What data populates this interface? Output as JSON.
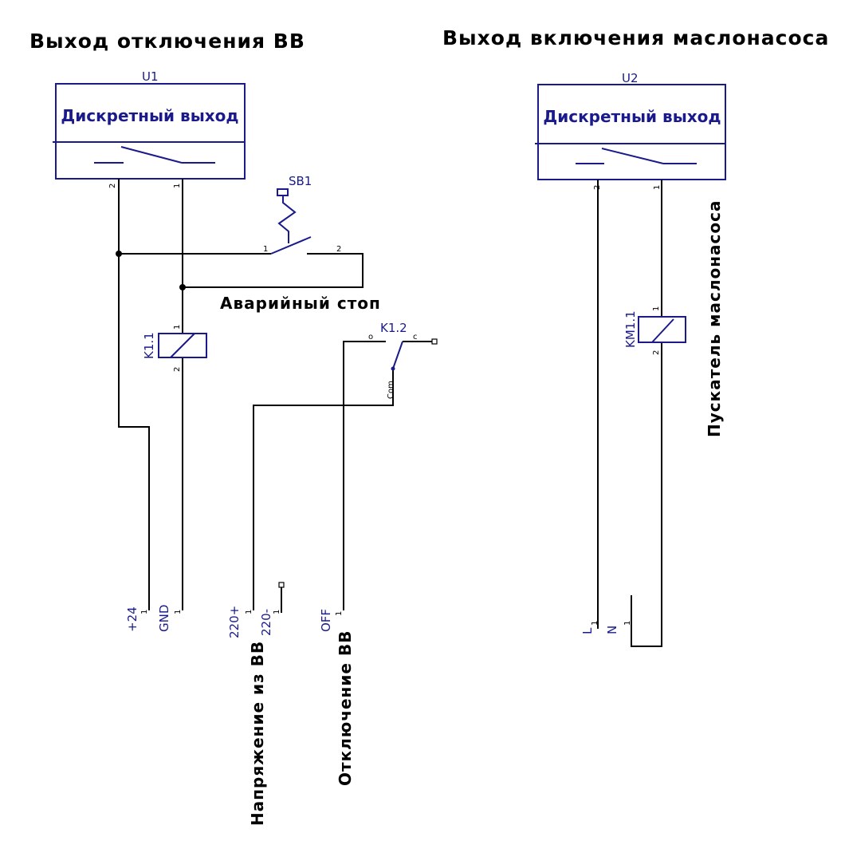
{
  "titles": {
    "left": "Выход отключения ВВ",
    "right": "Выход включения маслонасоса"
  },
  "u1": {
    "ref": "U1",
    "name": "Дискретный выход",
    "pin_left": "2",
    "pin_right": "1"
  },
  "u2": {
    "ref": "U2",
    "name": "Дискретный выход",
    "pin_left": "2",
    "pin_right": "1"
  },
  "sb1": {
    "ref": "SB1",
    "pin1": "1",
    "pin2": "2",
    "caption": "Аварийный стоп"
  },
  "k11": {
    "ref": "K1.1",
    "pin1": "1",
    "pin2": "2"
  },
  "k12": {
    "ref": "K1.2",
    "no": "o",
    "c": "c",
    "com": "Com"
  },
  "km11": {
    "ref": "KM1.1",
    "pin1": "1",
    "pin2": "2",
    "caption": "Пускатель маслонасоса"
  },
  "terminals": [
    {
      "label": "+24",
      "pin": "1"
    },
    {
      "label": "GND",
      "pin": "1"
    },
    {
      "label": "220+",
      "pin": "1"
    },
    {
      "label": "220-",
      "pin": "1"
    },
    {
      "label": "OFF",
      "pin": "1"
    },
    {
      "label": "L",
      "pin": "1"
    },
    {
      "label": "N",
      "pin": "1"
    }
  ],
  "captions": {
    "voltage": "Напряжение из ВВ",
    "trip": "Отключение ВВ"
  },
  "colors": {
    "component": "#1a1a8c",
    "wire": "#000000"
  }
}
